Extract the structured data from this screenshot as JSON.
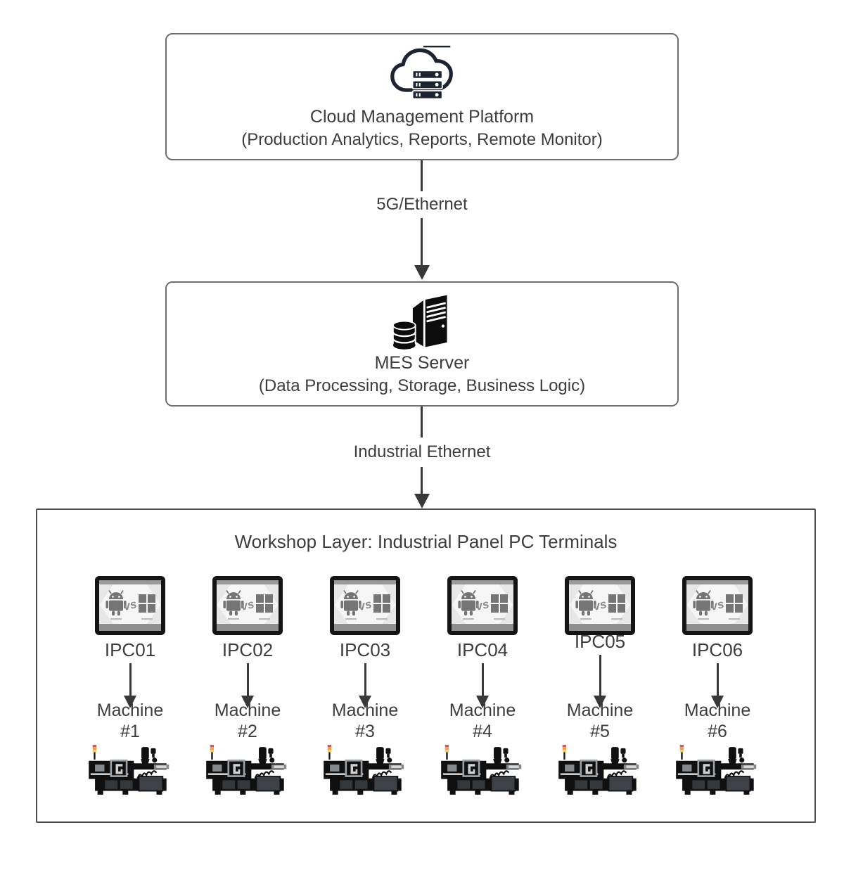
{
  "palette": {
    "text": "#3d3d3d",
    "line_and_arrows": "#383838",
    "upper_box_border": "#6e6e6e",
    "workshop_box_border": "#4f4f4f",
    "icon_black": "#101010",
    "cloud_icon_ink": "#1c2431",
    "screen_bar_gray": "#9a9a9a",
    "logo_gray": "#757575",
    "signal_red": "#e2574c",
    "signal_amber": "#f0a13a"
  },
  "cloud_box": {
    "title": "Cloud Management Platform",
    "subtitle": "(Production Analytics, Reports, Remote Monitor)"
  },
  "connectors": {
    "cloud_to_mes_label": "5G/Ethernet",
    "mes_to_workshop_label": "Industrial Ethernet"
  },
  "mes_box": {
    "title": "MES Server",
    "subtitle": "(Data Processing, Storage, Business Logic)"
  },
  "workshop": {
    "title": "Workshop Layer: Industrial Panel PC Terminals",
    "terminals": [
      {
        "id": "IPC01",
        "machine_word": "Machine",
        "machine_number": "#1"
      },
      {
        "id": "IPC02",
        "machine_word": "Machine",
        "machine_number": "#2"
      },
      {
        "id": "IPC03",
        "machine_word": "Machine",
        "machine_number": "#3"
      },
      {
        "id": "IPC04",
        "machine_word": "Machine",
        "machine_number": "#4"
      },
      {
        "id": "IPC05",
        "machine_word": "Machine",
        "machine_number": "#5"
      },
      {
        "id": "IPC06",
        "machine_word": "Machine",
        "machine_number": "#6"
      }
    ],
    "ipc_screen_vs_text": "vs"
  }
}
